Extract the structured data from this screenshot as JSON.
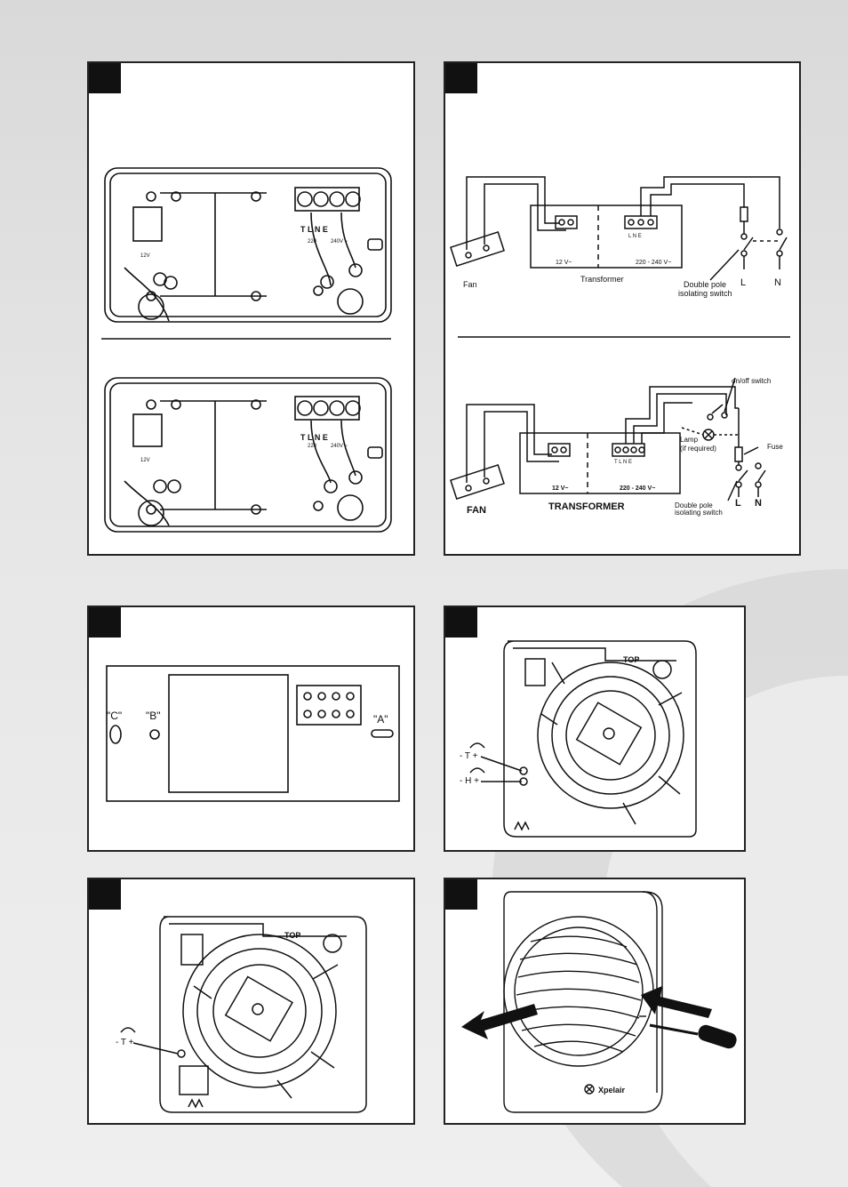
{
  "panel_top_right": {
    "upper": {
      "fan": "Fan",
      "transformer": "Transformer",
      "v12": "12 V~",
      "v220": "220 - 240 V~",
      "lne": "L N E",
      "switch_line1": "Double pole",
      "switch_line2": "isolating switch",
      "L": "L",
      "N": "N"
    },
    "lower": {
      "fan": "FAN",
      "transformer": "TRANSFORMER",
      "v12": "12 V~",
      "v220": "220 - 240 V~",
      "tlne": "T L N E",
      "onoff": "on/off switch",
      "lamp_line1": "Lamp",
      "lamp_line2": "(if required)",
      "fuse": "Fuse",
      "switch_line1": "Double pole",
      "switch_line2": "isolating switch",
      "L": "L",
      "N": "N"
    }
  },
  "panel_top_left": {
    "terminals": "T L N E",
    "v220": "220",
    "v240": "240V ~",
    "v12": "12V"
  },
  "panel_mid_left": {
    "label_c": "\"C\"",
    "label_b": "\"B\"",
    "label_a": "\"A\""
  },
  "panel_mid_right": {
    "top": "TOP",
    "timer": "- T +",
    "humidity": "- H +"
  },
  "panel_bottom_left": {
    "top": "TOP",
    "timer": "- T +"
  },
  "panel_bottom_right": {
    "brand": "Xpelair"
  },
  "colors": {
    "line": "#111111",
    "badge": "#111111",
    "border": "#222222"
  }
}
